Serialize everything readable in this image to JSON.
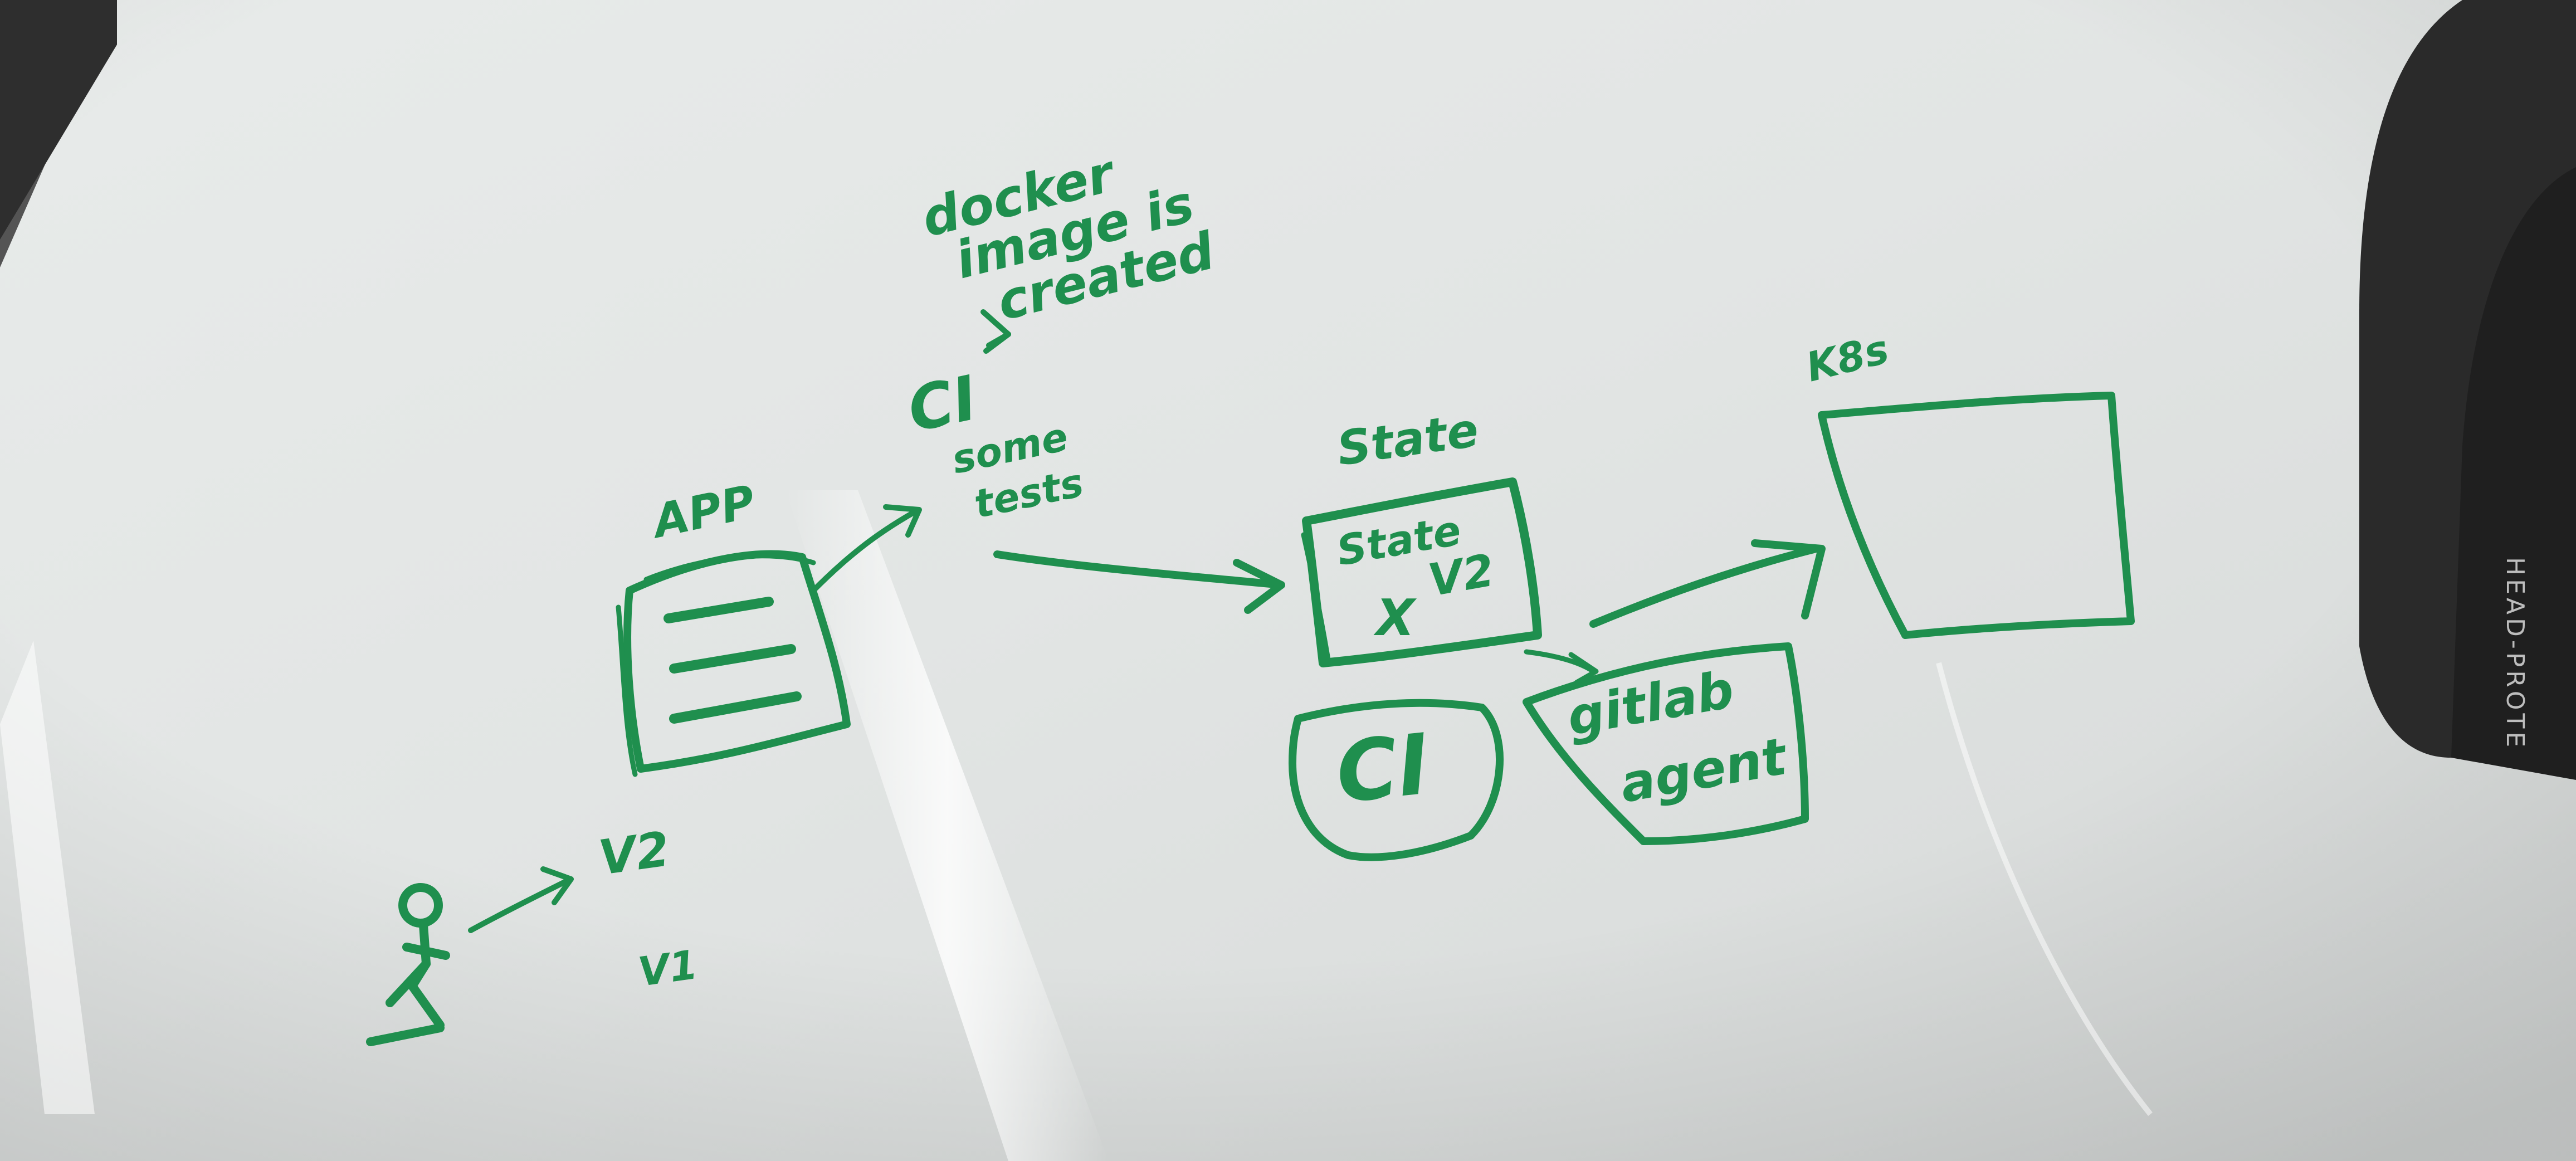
{
  "colors": {
    "marker": "#1f8f4e",
    "board_light": "#eef0ef",
    "board_mid": "#dfe2e1",
    "board_shadow": "#c9cccb",
    "device": "#2c2c2c"
  },
  "labels": {
    "docker_line1": "docker",
    "docker_line2": "image is",
    "docker_line3": "created",
    "ci_top": "CI",
    "ci_notes_line1": "some",
    "ci_notes_line2": "tests",
    "app": "APP",
    "state_title": "State",
    "state_inner": "State",
    "state_v2": "V2",
    "state_x": "X",
    "ci_circle": "CI",
    "gitlab_line1": "gitlab",
    "gitlab_line2": "agent",
    "k8s": "K8s",
    "user_v2": "V2",
    "user_v1": "V1",
    "device_text": "HEAD-PROTE"
  }
}
